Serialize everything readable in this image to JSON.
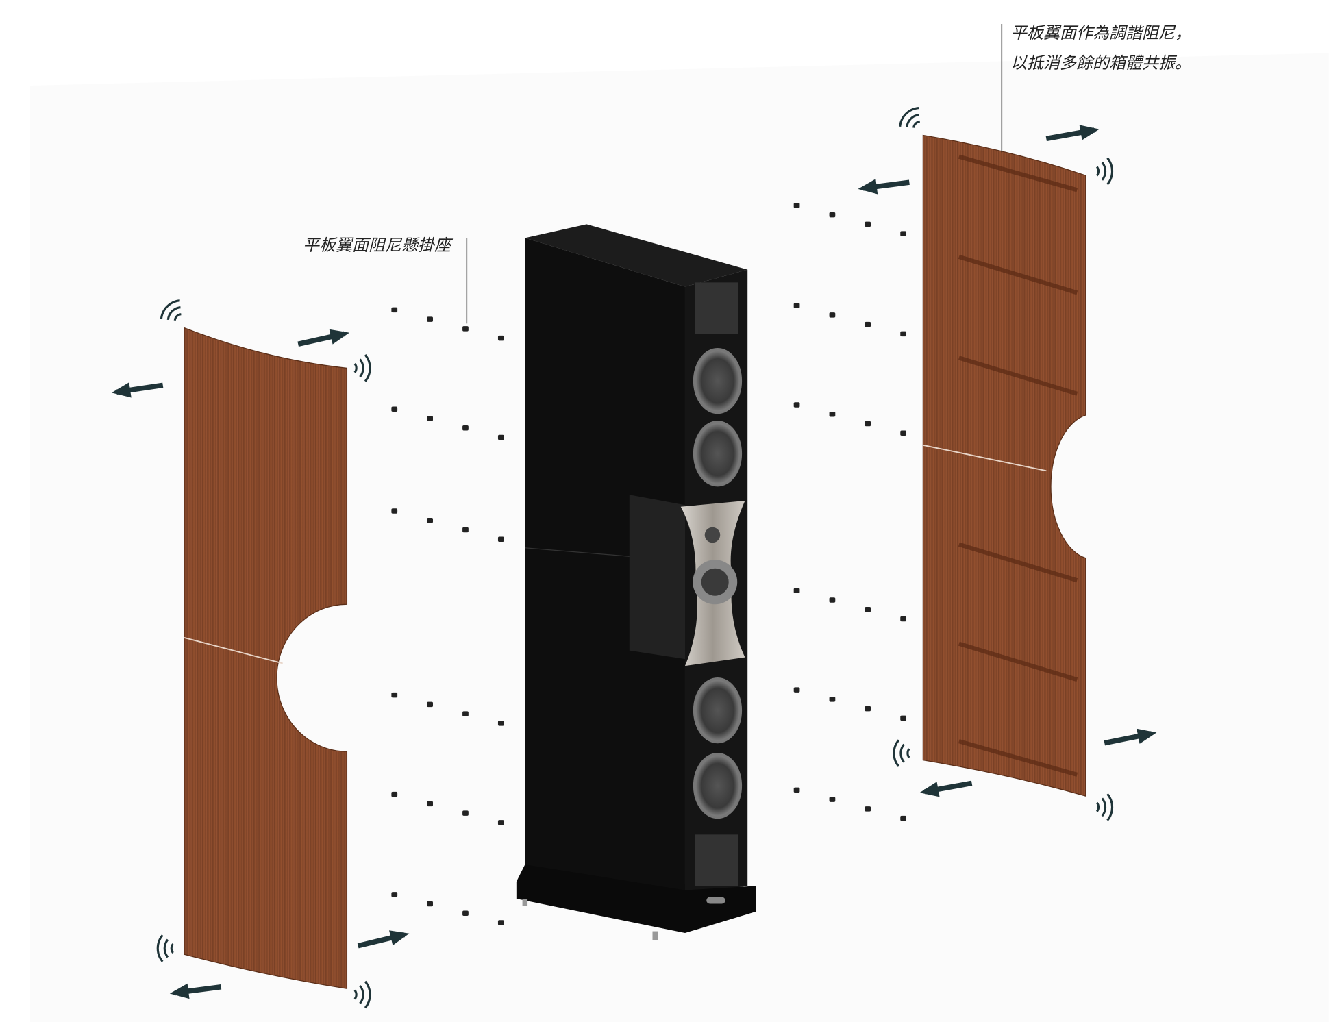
{
  "callouts": {
    "mount_label": "平板翼面阻尼懸掛座",
    "panel_label_line1": "平板翼面作為調諧阻尼，",
    "panel_label_line2": "以抵消多餘的箱體共振。"
  },
  "colors": {
    "wood": "#8a4a2c",
    "wood_dark": "#6e3a22",
    "cabinet": "#0d0d0d",
    "arrow": "#1f3438",
    "metal": "#a8a39c"
  }
}
